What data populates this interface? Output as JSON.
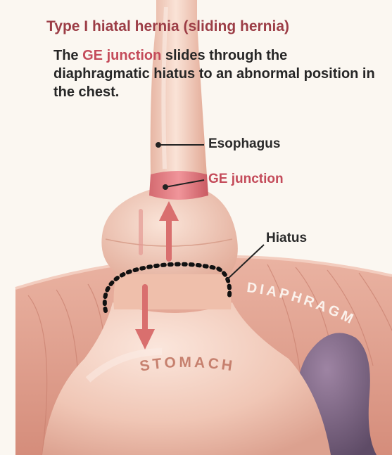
{
  "title": "Type I hiatal hernia (sliding hernia)",
  "description": {
    "before": "The ",
    "highlight": "GE junction",
    "after": " slides through the diaphragmatic hiatus to an abnormal position in the chest."
  },
  "labels": {
    "esophagus": "Esophagus",
    "ge_junction": "GE junction",
    "hiatus": "Hiatus",
    "diaphragm": "DIAPHRAGM",
    "stomach": "STOMACH"
  },
  "colors": {
    "title": "#9c3d46",
    "highlight": "#c44b5a",
    "tissue": "#f0c6b3",
    "arrow": "#d96f6e",
    "dashed_outline": "#111111"
  }
}
